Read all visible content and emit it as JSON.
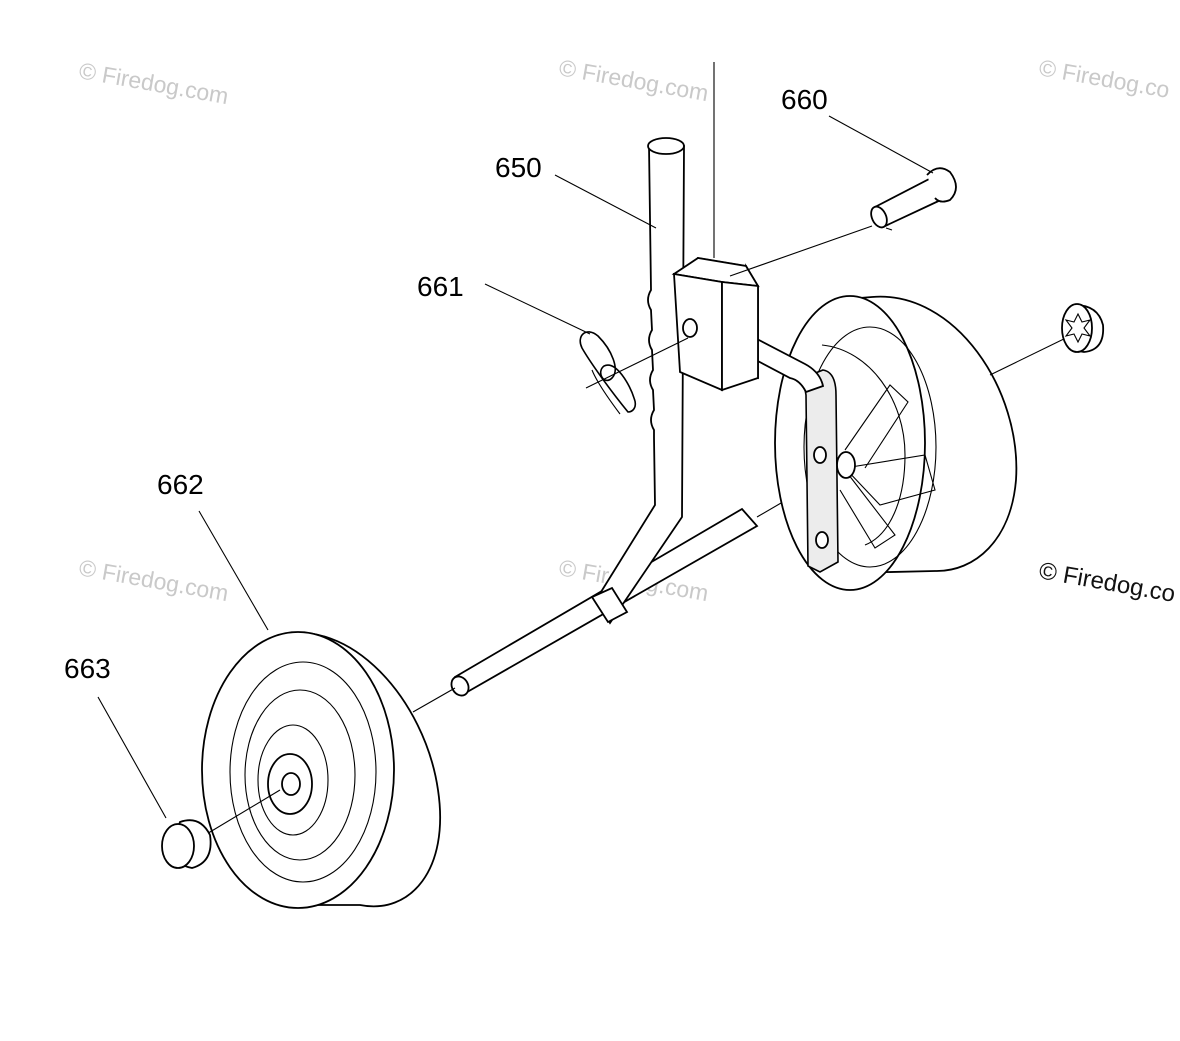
{
  "callouts": {
    "c650": "650",
    "c660": "660",
    "c661": "661",
    "c662": "662",
    "c663": "663"
  },
  "watermarks": {
    "w1": "© Firedog.com",
    "w2": "© Firedog.com",
    "w3": "© Firedog.co",
    "w4": "© Firedog.com",
    "w5": "© Firedog.com",
    "w6": "© Firedog.co"
  },
  "colors": {
    "line": "#000000",
    "background": "#ffffff",
    "watermark": "#c9c9c9"
  }
}
